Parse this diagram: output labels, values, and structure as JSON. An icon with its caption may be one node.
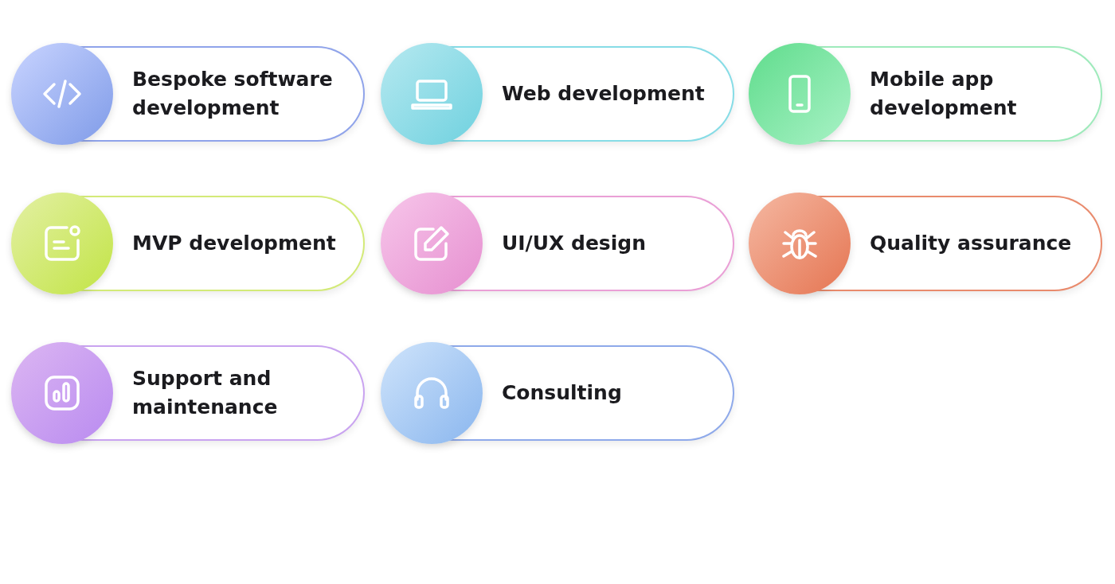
{
  "diagram": {
    "nodes": [
      {
        "text": [
          "Bespoke software development"
        ]
      },
      {
        "text": [
          "Web development"
        ]
      },
      {
        "text": [
          "Mobile app development"
        ]
      },
      {
        "text": [
          "MVP development"
        ]
      },
      {
        "text": [
          "UI/UX design"
        ]
      },
      {
        "text": [
          "Quality assurance"
        ]
      },
      {
        "text": [
          "Support and maintenance"
        ]
      },
      {
        "text": [
          "Consulting"
        ]
      }
    ]
  }
}
